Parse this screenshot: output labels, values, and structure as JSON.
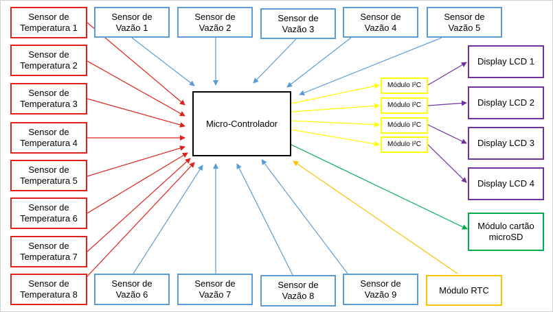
{
  "microcontroller": "Micro-Controlador",
  "temperature_sensors": [
    [
      "Sensor de",
      "Temperatura 1"
    ],
    [
      "Sensor de",
      "Temperatura 2"
    ],
    [
      "Sensor de",
      "Temperatura 3"
    ],
    [
      "Sensor de",
      "Temperatura 4"
    ],
    [
      "Sensor de",
      "Temperatura 5"
    ],
    [
      "Sensor de",
      "Temperatura 6"
    ],
    [
      "Sensor de",
      "Temperatura 7"
    ],
    [
      "Sensor de",
      "Temperatura 8"
    ]
  ],
  "flow_sensors_top": [
    [
      "Sensor de",
      "Vazão 1"
    ],
    [
      "Sensor de",
      "Vazão 2"
    ],
    [
      "Sensor de",
      "Vazão 3"
    ],
    [
      "Sensor de",
      "Vazão 4"
    ],
    [
      "Sensor de",
      "Vazão 5"
    ]
  ],
  "flow_sensors_bottom": [
    [
      "Sensor de",
      "Vazão 6"
    ],
    [
      "Sensor de",
      "Vazão 7"
    ],
    [
      "Sensor de",
      "Vazão 8"
    ],
    [
      "Sensor de",
      "Vazão 9"
    ]
  ],
  "i2c_modules": [
    "Módulo I²C",
    "Módulo I²C",
    "Módulo I²C",
    "Módulo I²C"
  ],
  "lcd_displays": [
    "Display LCD 1",
    "Display LCD 2",
    "Display LCD 3",
    "Display LCD 4"
  ],
  "sd_module": [
    "Módulo cartão",
    "microSD"
  ],
  "rtc_module": "Módulo RTC",
  "colors": {
    "temperature": "#e0201b",
    "flow": "#5b9bd5",
    "i2c": "#ffff00",
    "lcd": "#7030a0",
    "sd": "#00b050",
    "rtc": "#ffc000",
    "controller": "#000000"
  }
}
